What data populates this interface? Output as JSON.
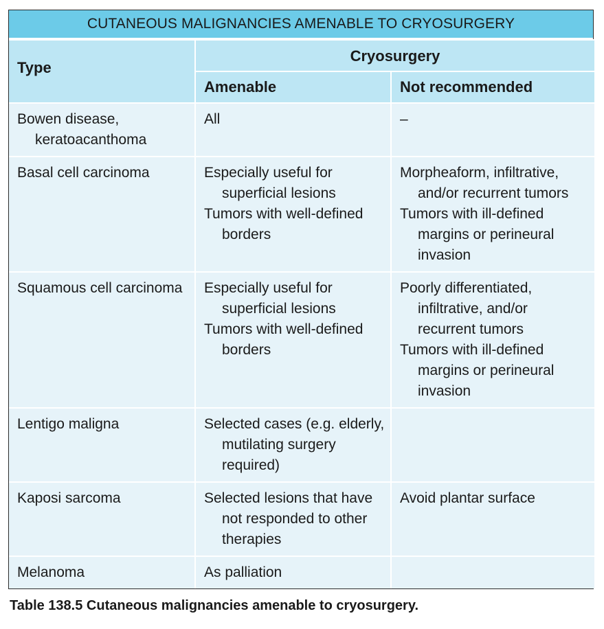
{
  "table": {
    "title": "CUTANEOUS MALIGNANCIES AMENABLE TO CRYOSURGERY",
    "header_type": "Type",
    "header_group": "Cryosurgery",
    "header_amenable": "Amenable",
    "header_not_recommended": "Not recommended",
    "rows": [
      {
        "type": [
          "Bowen disease, keratoacanthoma"
        ],
        "amenable": [
          "All"
        ],
        "not_recommended": [
          "–"
        ]
      },
      {
        "type": [
          "Basal cell carcinoma"
        ],
        "amenable": [
          "Especially useful for superficial lesions",
          "Tumors with well-defined borders"
        ],
        "not_recommended": [
          "Morpheaform, infiltrative, and/or recurrent tumors",
          "Tumors with ill-defined margins or perineural invasion"
        ]
      },
      {
        "type": [
          "Squamous cell carcinoma"
        ],
        "amenable": [
          "Especially useful for superficial lesions",
          "Tumors with well-defined borders"
        ],
        "not_recommended": [
          "Poorly differentiated, infiltrative, and/or recurrent tumors",
          "Tumors with ill-defined margins or perineural invasion"
        ]
      },
      {
        "type": [
          "Lentigo maligna"
        ],
        "amenable": [
          "Selected cases (e.g. elderly, mutilating surgery required)"
        ],
        "not_recommended": []
      },
      {
        "type": [
          "Kaposi sarcoma"
        ],
        "amenable": [
          "Selected lesions that have not responded to other therapies"
        ],
        "not_recommended": [
          "Avoid plantar surface"
        ]
      },
      {
        "type": [
          "Melanoma"
        ],
        "amenable": [
          "As palliation"
        ],
        "not_recommended": []
      }
    ]
  },
  "caption": "Table 138.5 Cutaneous malignancies amenable to cryosurgery."
}
